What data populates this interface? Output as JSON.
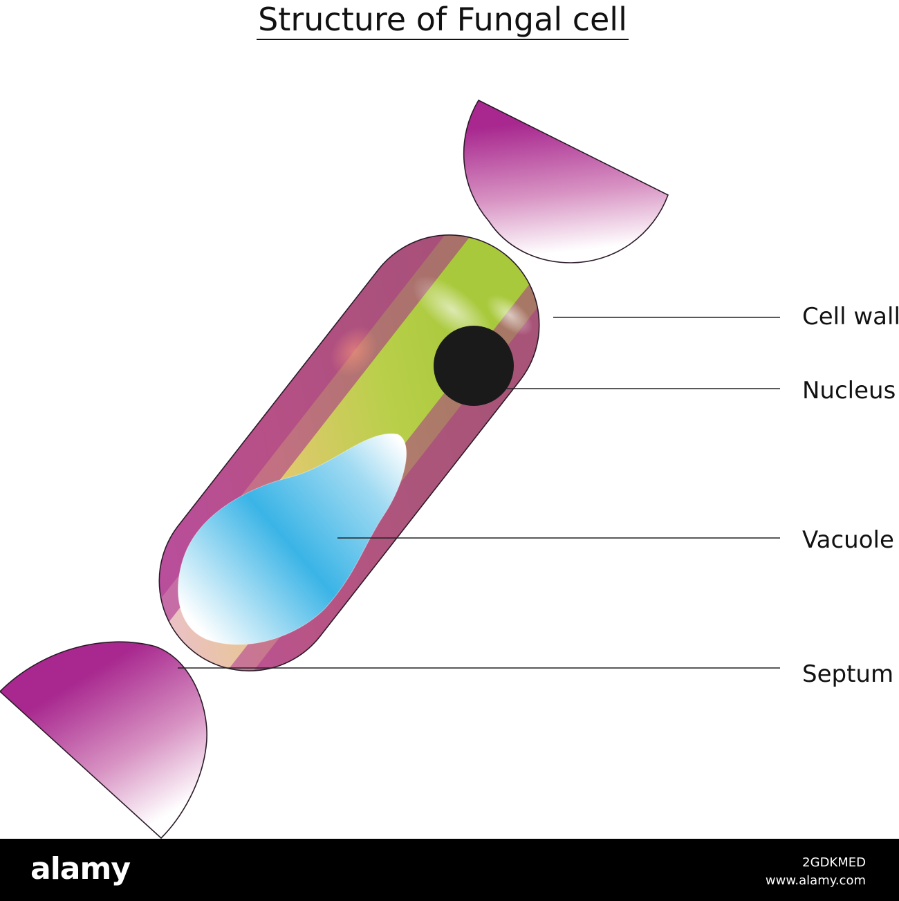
{
  "title": "Structure of Fungal cell",
  "labels": {
    "cell_wall": "Cell wall",
    "nucleus": "Nucleus",
    "vacuole": "Vacuole",
    "septum": "Septum"
  },
  "footer": {
    "brand": "alamy",
    "image_id": "2GDKMED",
    "site": "www.alamy.com"
  },
  "colors": {
    "wall_magenta": "#a8288f",
    "cytoplasm_green": "#a9c93c",
    "cytoplasm_yellow": "#e6c874",
    "vacuole_blue": "#3ab4e6",
    "nucleus_black": "#1a1a1a",
    "footer_black": "#000000"
  }
}
